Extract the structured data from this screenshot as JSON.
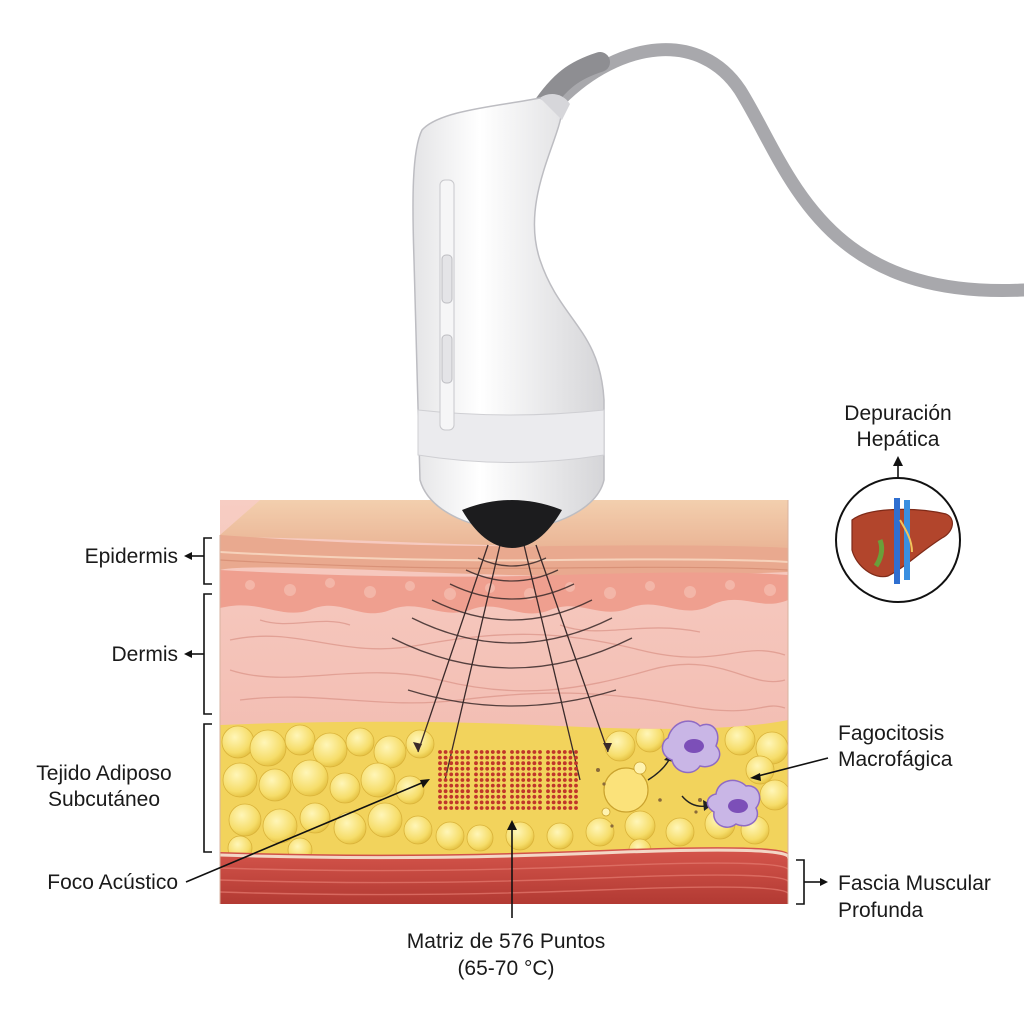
{
  "labels": {
    "epidermis": "Epidermis",
    "dermis": "Dermis",
    "adipose_line1": "Tejido Adiposo",
    "adipose_line2": "Subcutáneo",
    "focus": "Foco Acústico",
    "matrix_line1": "Matriz de 576 Puntos",
    "matrix_line2": "(65-70 °C)",
    "fascia_line1": "Fascia Muscular",
    "fascia_line2": "Profunda",
    "phago_line1": "Fagocitosis",
    "phago_line2": "Macrofágica",
    "liver_line1": "Depuración",
    "liver_line2": "Hepática"
  },
  "colors": {
    "epidermis": "#f1c3a5",
    "dermis": "#f4bcb2",
    "adipose": "#f6dd6a",
    "muscle": "#c9453e",
    "matrix_dot": "#c0362a",
    "macrophage": "#8f6bc4",
    "liver": "#b2452c"
  },
  "icons": [
    "hifu-transducer-icon",
    "liver-icon",
    "macrophage-icon"
  ]
}
